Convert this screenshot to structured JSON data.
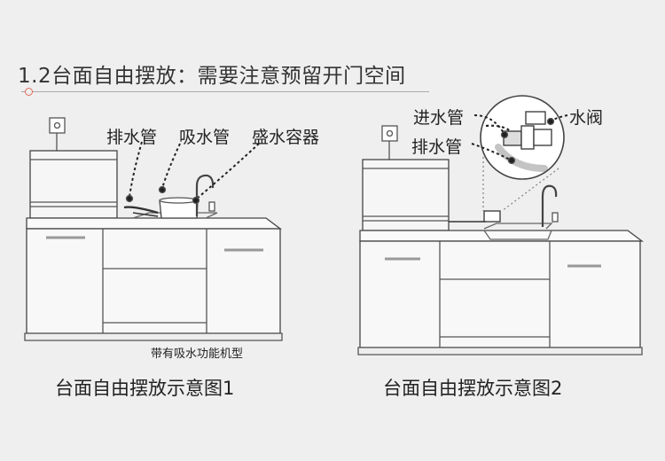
{
  "heading": {
    "title": "1.2台面自由摆放：需要注意预留开门空间"
  },
  "figure1": {
    "labels": {
      "drain_pipe": "排水管",
      "suction_pipe": "吸水管",
      "water_container": "盛水容器"
    },
    "note": "带有吸水功能机型",
    "caption": "台面自由摆放示意图1"
  },
  "figure2": {
    "labels": {
      "inlet_pipe": "进水管",
      "drain_pipe": "排水管",
      "water_valve": "水阀"
    },
    "caption": "台面自由摆放示意图2"
  }
}
